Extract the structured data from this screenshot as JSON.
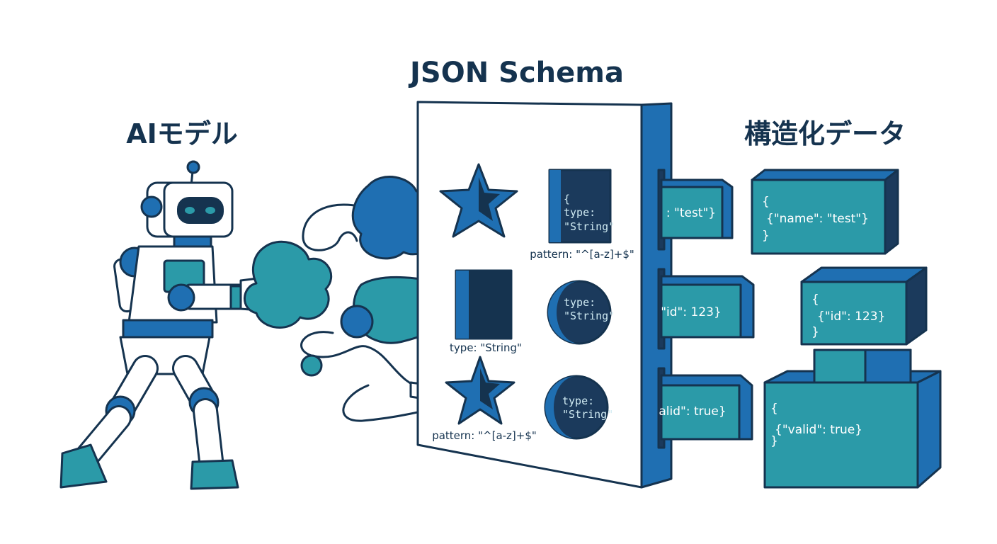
{
  "titles": {
    "ai_model": "AIモデル",
    "schema": "JSON Schema",
    "structured_data": "構造化データ"
  },
  "schema_panel": {
    "box1": [
      "{",
      "type:",
      "\"String\""
    ],
    "circle1": [
      "type:",
      "\"String\""
    ],
    "circle2": [
      "type:",
      "\"String\""
    ],
    "pattern_top": "pattern: \"^[a-z]+$\"",
    "type_label": "type: \"String\"",
    "pattern_bottom": "pattern: \"^[a-z]+$\""
  },
  "output_tabs": [
    ": \"test\"}",
    "\"id\": 123}",
    "alid\": true}"
  ],
  "data_blocks": [
    {
      "open": "{",
      "line": "{\"name\": \"test\"}",
      "close": "}"
    },
    {
      "open": "{",
      "line": "{\"id\": 123}",
      "close": "}"
    },
    {
      "open": "{",
      "line": "{\"valid\": true}",
      "close": "}"
    }
  ],
  "colors": {
    "navy": "#15334f",
    "blue": "#1f6fb2",
    "teal": "#2b9aa8",
    "dark_block": "#1b3a5c",
    "code_text": "#cfeaf2"
  }
}
